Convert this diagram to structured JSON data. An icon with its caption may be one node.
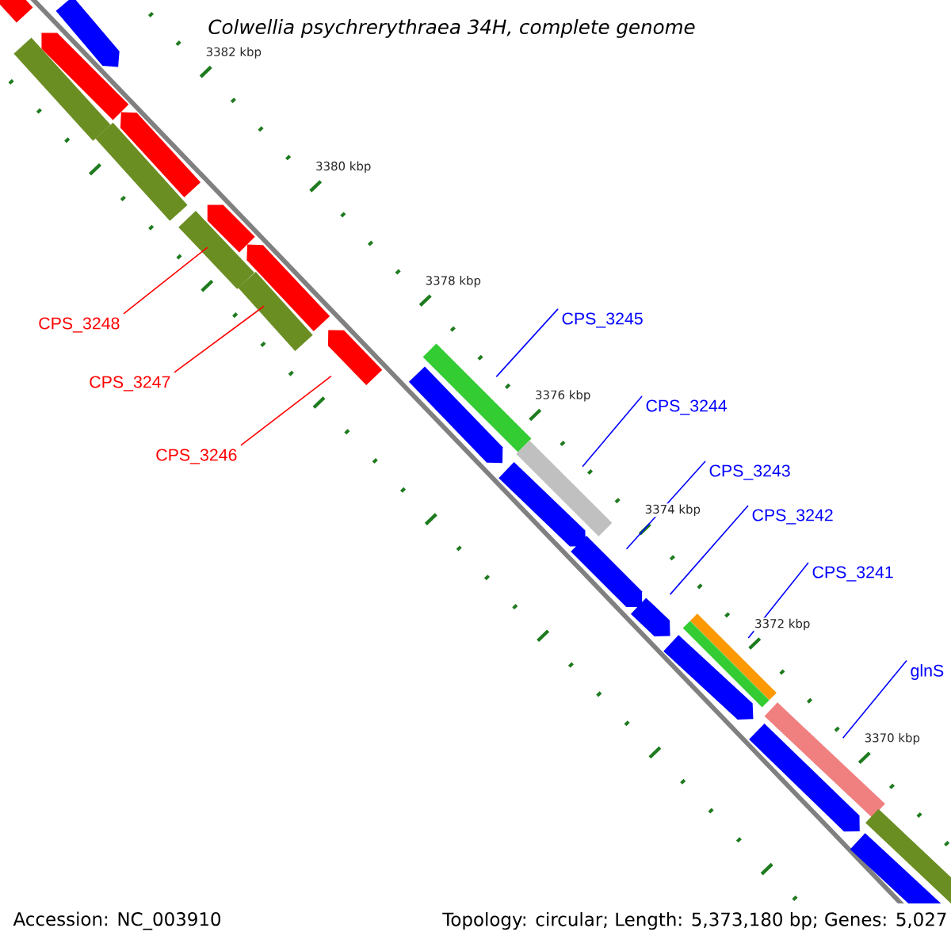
{
  "diagram": {
    "title": "Colwellia psychrerythraea 34H, complete genome",
    "nodes": [
      {
        "text": [
          "CPS_3248"
        ]
      },
      {
        "text": [
          "CPS_3247"
        ]
      },
      {
        "text": [
          "CPS_3246"
        ]
      },
      {
        "text": [
          "CPS_3245"
        ]
      },
      {
        "text": [
          "CPS_3244"
        ]
      },
      {
        "text": [
          "CPS_3243"
        ]
      },
      {
        "text": [
          "CPS_3242"
        ]
      },
      {
        "text": [
          "CPS_3241"
        ]
      },
      {
        "text": [
          "glnS"
        ]
      },
      {
        "text": [],
        "shape": "arrow"
      },
      {
        "text": [],
        "shape": "arrow"
      },
      {
        "text": [],
        "shape": "bar"
      },
      {
        "text": [],
        "shape": "arrow"
      },
      {
        "text": [],
        "shape": "bar"
      },
      {
        "text": [],
        "shape": "arrow"
      },
      {
        "text": [],
        "shape": "arrow"
      },
      {
        "text": [],
        "shape": "bar"
      },
      {
        "text": [],
        "shape": "arrow"
      },
      {
        "text": [],
        "shape": "bar"
      },
      {
        "text": [],
        "shape": "arrow"
      },
      {
        "text": [],
        "shape": "bar"
      },
      {
        "text": [],
        "shape": "arrow"
      },
      {
        "text": [],
        "shape": "bar"
      },
      {
        "text": [],
        "shape": "arrow"
      },
      {
        "text": [],
        "shape": "arrow"
      },
      {
        "text": [],
        "shape": "arrow"
      },
      {
        "text": [],
        "shape": "bar"
      },
      {
        "text": [],
        "shape": "bar"
      },
      {
        "text": [],
        "shape": "arrow"
      },
      {
        "text": [],
        "shape": "bar"
      },
      {
        "text": [],
        "shape": "arrow"
      },
      {
        "text": [],
        "shape": "bar"
      },
      {
        "text": [],
        "shape": "arrow"
      }
    ],
    "edges": [
      {
        "from": 0,
        "to": 15,
        "arrow": "none",
        "color": "#ff0000"
      },
      {
        "from": 1,
        "to": 17,
        "arrow": "none",
        "color": "#ff0000"
      },
      {
        "from": 2,
        "to": 19,
        "arrow": "none",
        "color": "#ff0000"
      },
      {
        "from": 3,
        "to": 20,
        "arrow": "none"
      },
      {
        "from": 4,
        "to": 22,
        "arrow": "none"
      },
      {
        "from": 5,
        "to": 24,
        "arrow": "none"
      },
      {
        "from": 6,
        "to": 25,
        "arrow": "none"
      },
      {
        "from": 7,
        "to": 26,
        "arrow": "none"
      },
      {
        "from": 8,
        "to": 29,
        "arrow": "none"
      }
    ],
    "labels": [
      "3382 kbp",
      "3380 kbp",
      "3378 kbp",
      "3376 kbp",
      "3374 kbp",
      "3372 kbp",
      "3370 kbp",
      "Accession: NC_003910",
      "Topology: circular; Length: 5,373,180 bp; Genes: 5,027"
    ]
  }
}
